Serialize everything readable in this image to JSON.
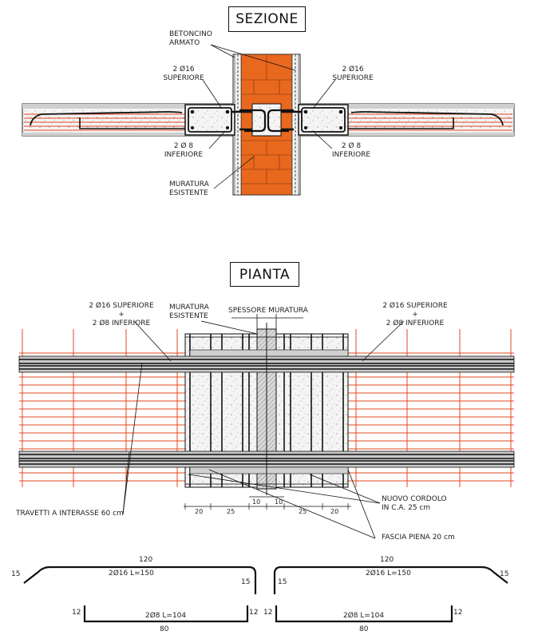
{
  "titles": {
    "section": "SEZIONE",
    "plan": "PIANTA"
  },
  "section_labels": {
    "betoncino_1": "BETONCINO",
    "betoncino_2": "ARMATO",
    "top_left_1": "2 Ø16",
    "top_left_2": "SUPERIORE",
    "top_right_1": "2 Ø16",
    "top_right_2": "SUPERIORE",
    "bot_left_1": "2 Ø 8",
    "bot_left_2": "INFERIORE",
    "bot_right_1": "2 Ø 8",
    "bot_right_2": "INFERIORE",
    "muratura_1": "MURATURA",
    "muratura_2": "ESISTENTE"
  },
  "plan_labels": {
    "left_1": "2 Ø16 SUPERIORE",
    "left_plus": "+",
    "left_2": "2 Ø8  INFERIORE",
    "muratura_1": "MURATURA",
    "muratura_2": "ESISTENTE",
    "spessore": "SPESSORE MURATURA",
    "right_1": "2 Ø16 SUPERIORE",
    "right_plus": "+",
    "right_2": "2 Ø8  INFERIORE",
    "travetti": "TRAVETTI A INTERASSE 60 cm",
    "cordolo_1": "NUOVO CORDOLO",
    "cordolo_2": "IN C.A. 25 cm",
    "fascia": "FASCIA PIENA 20 cm"
  },
  "plan_dims": [
    "20",
    "25",
    "10",
    "10",
    "25",
    "20"
  ],
  "bars": {
    "left_top_len": "120",
    "left_top_end_l": "15",
    "left_top_end_r": "15",
    "left_top_spec": "2Ø16  L=150",
    "right_top_len": "120",
    "right_top_end_l": "15",
    "right_top_end_r": "15",
    "right_top_spec": "2Ø16  L=150",
    "left_bot_end_l": "12",
    "left_bot_end_r": "12",
    "left_bot_spec": "2Ø8  L=104",
    "left_bot_len": "80",
    "right_bot_end_l": "12",
    "right_bot_end_r": "12",
    "right_bot_spec": "2Ø8  L=104",
    "right_bot_len": "80"
  },
  "colors": {
    "brick": "#e8681e",
    "slab_line": "#e34a22",
    "concrete": "#f2f2f2",
    "ink": "#111111"
  }
}
